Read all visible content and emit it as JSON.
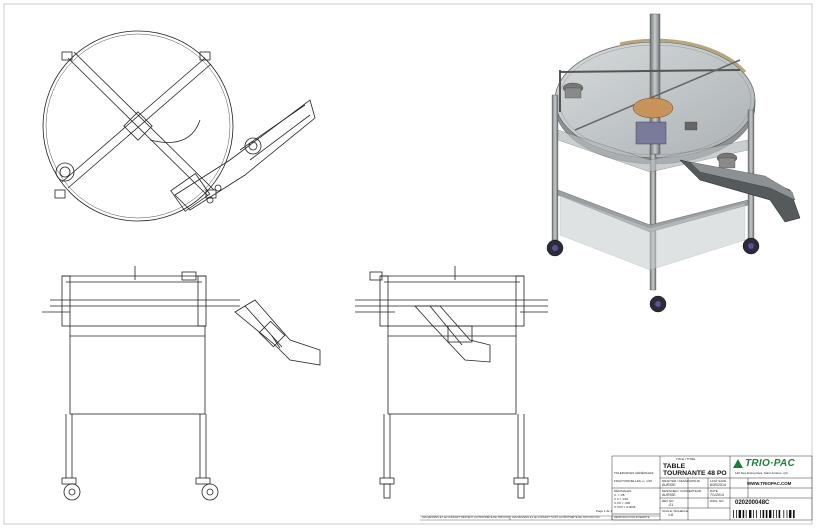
{
  "title_block": {
    "title_label": "TITLE / TITRE",
    "title": "TABLE TOURNANTE 48 PO",
    "drafter_label": "DRAFTER / DESSINATEUR",
    "drafter": "AURIGE",
    "last_saved_label": "LAST SAVE",
    "last_saved": "6/30/2014",
    "designer_label": "DESIGNER / CONCEPTEUR",
    "designer": "AURIGE",
    "date_label": "DATE",
    "date": "7/1/2014",
    "rev_label": "REV NO",
    "rev": "-01",
    "dwg_label": "DWG. NO.",
    "dwg_no": "020200048C",
    "scale_label": "SCALE / ÉCHELLE",
    "scale": "1:8",
    "tolerances_label": "TOLERANCES GÉNÉRALES",
    "fractional_label": "FRACTIONNELLES +/- 1/16",
    "decimal_label": "DÉCIMALES",
    "decimal_lines": [
      "X. = 1/8",
      "X.X = 1/16",
      "X.XX = .005",
      "X.XXX = 0.0005"
    ],
    "sheet_label": "Page 1 de 1",
    "company_logo": "TRIO·PAC",
    "company_address": "120 Des Entreprises, Saint-Jérôme, QC",
    "company_website": "WWW.TRIOPAC.COM",
    "brand_color": "#1a7f3c"
  },
  "footer": {
    "note_1": "LES DESSINS ET LE CONCEPT RESTENT LA PROPRIÉTÉ DE TRIO-PAC",
    "note_2": "LES DESSINS ET LE CONCEPT SONT LA PROPRIÉTÉ DE TRIO-PAC INC.",
    "note_3": "REPRODUCTION INTERDITE"
  }
}
